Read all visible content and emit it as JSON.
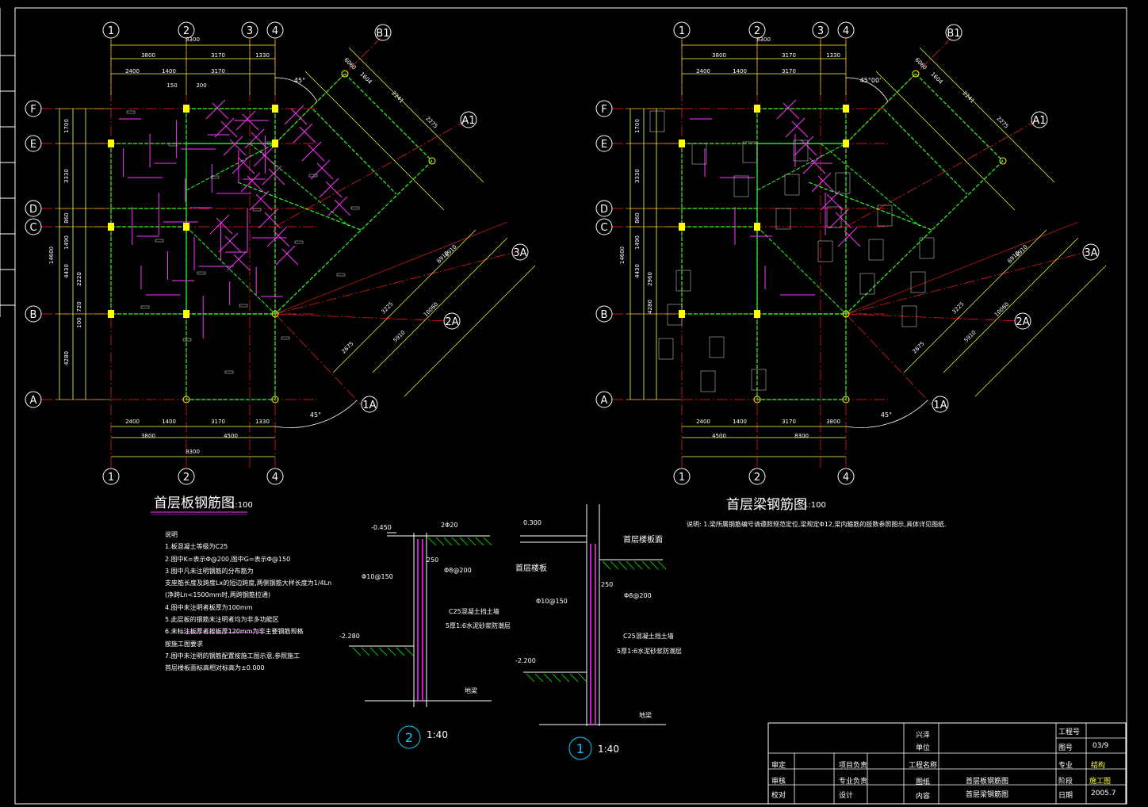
{
  "plans": [
    {
      "title": "首层板钢筋图",
      "scale": "1:100",
      "grid_top": [
        "1",
        "2",
        "3",
        "4"
      ],
      "grid_bottom": [
        "1",
        "2",
        "4"
      ],
      "grid_left": [
        "F",
        "E",
        "D",
        "C",
        "B",
        "A"
      ],
      "grid_diag": [
        "B1",
        "A1",
        "3A",
        "2A",
        "1A"
      ],
      "dims_top": [
        "8300",
        "3800",
        "3170",
        "1330",
        "2400",
        "1400",
        "3170",
        "150",
        "200"
      ],
      "dims_bottom": [
        "2400",
        "1400",
        "3170",
        "1330",
        "3800",
        "4500",
        "8300"
      ],
      "dims_left": [
        "1700",
        "3330",
        "860",
        "1490",
        "14600",
        "4430",
        "2220",
        "720",
        "100",
        "4280"
      ],
      "dims_diag": [
        "6060",
        "1604",
        "2241",
        "2275",
        "6910",
        "6910",
        "3225",
        "5910",
        "2675",
        "10060"
      ],
      "angles": [
        "45°",
        "45°"
      ]
    },
    {
      "title": "首层梁钢筋图",
      "scale": "1:100",
      "grid_top": [
        "1",
        "2",
        "3",
        "4"
      ],
      "grid_bottom": [
        "1",
        "2",
        "4"
      ],
      "grid_left": [
        "F",
        "E",
        "D",
        "C",
        "B",
        "A"
      ],
      "grid_diag": [
        "B1",
        "A1",
        "3A",
        "2A",
        "1A"
      ],
      "dims_top": [
        "8300",
        "3800",
        "3170",
        "1330",
        "2400",
        "1400",
        "3170"
      ],
      "dims_bottom": [
        "2400",
        "1400",
        "3170",
        "3800",
        "4500",
        "8300"
      ],
      "dims_left": [
        "1700",
        "3330",
        "860",
        "1490",
        "14600",
        "4430",
        "2960",
        "4280"
      ],
      "dims_diag": [
        "6060",
        "1604",
        "2241",
        "2275",
        "6910",
        "6910",
        "3225",
        "5910",
        "2675",
        "10060"
      ],
      "angles": [
        "45°00'",
        "45°"
      ]
    }
  ],
  "notes": {
    "heading": "说明",
    "lines": [
      "1.板混凝土等级为C25",
      "2.图中K=表示Φ@200,图中G=表示Φ@150",
      "3.图中凡未注明钢筋的分布筋为",
      "   支座筋长度及跨度Lx的短边跨度,两侧钢筋大样长度为1/4Ln",
      "   (净跨Ln<1500mm时,两跨钢筋拉通)",
      "4.图中未注明者板厚为100mm",
      "5.此层板的钢筋未注明者均为非多功能区",
      "6.未标注板厚者按板厚120mm为非主要钢筋规格",
      "   按施工图要求",
      "7.图中未注明的钢筋配置按施工图示意,参照施工",
      "   首层楼板面标高相对标高为±0.000"
    ],
    "beam_note": "说明: 1.梁所属钢筋编号请遵照规范定位,梁规定Φ12,梁内箍筋的肢数参照图示,具体详见图纸."
  },
  "details": [
    {
      "id": "2",
      "scale": "1:40",
      "elev_top": "-0.450",
      "elev_bot": "-2.280",
      "labels": [
        "2Φ20",
        "Φ10@150",
        "Φ8@200",
        "C25混凝土挡土墙",
        "5厚1:6水泥砂浆防潮层",
        "地梁",
        "250"
      ]
    },
    {
      "id": "1",
      "scale": "1:40",
      "elev_top": "0.300",
      "elev_bot": "-2.200",
      "labels": [
        "首层楼板",
        "首层楼板面",
        "Φ10@150",
        "Φ8@200",
        "C25混凝土挡土墙",
        "5厚1:6水泥砂浆防潮层",
        "地梁",
        "250"
      ]
    }
  ],
  "title_block": {
    "project_no_label": "工程号",
    "drawing_no_label": "图号",
    "drawing_no": "03/9",
    "spec_label": "专业",
    "spec": "结构",
    "stage_label": "阶段",
    "stage": "施工图",
    "date_label": "日期",
    "date": "2005.7",
    "unit_label": "兴泽\n单位",
    "project_name_label": "工程名称",
    "drawing_label": "图纸\n内容",
    "contents": [
      "首层板钢筋图",
      "首层梁钢筋图"
    ],
    "roles": [
      "审定",
      "审核",
      "校对",
      "项目负责",
      "专业负责",
      "设计"
    ]
  },
  "colors": {
    "grid_axis": "#ff2020",
    "dim": "#ffff33",
    "wall": "#2bff2b",
    "rebar": "#ff33ff",
    "column": "#ffff00",
    "text": "#ffffff",
    "ground": "#00ff00",
    "bubble": "#ffffff"
  }
}
